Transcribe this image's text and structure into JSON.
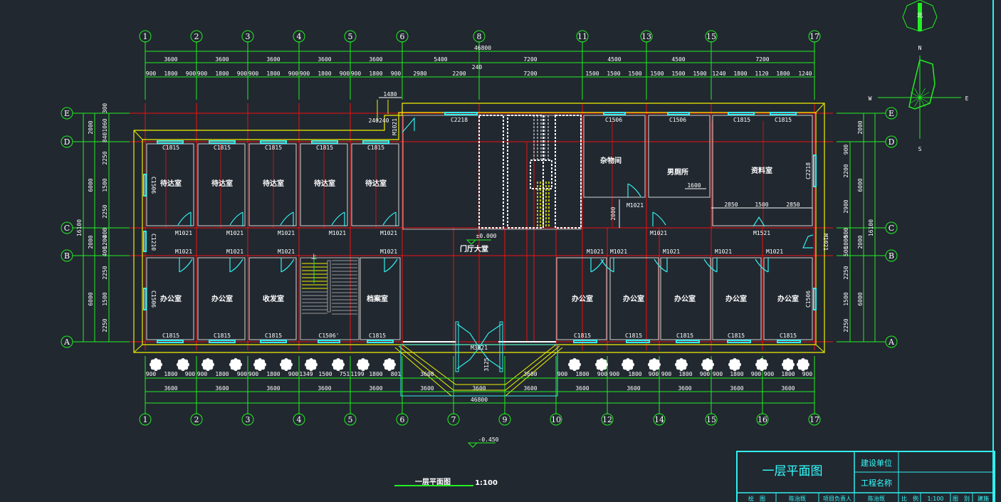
{
  "drawing": {
    "title": "一层平面图",
    "scale": "1:100",
    "hall_label": "门厅大堂",
    "floor_level": "±0.000",
    "ground_level": "-0.450",
    "total_length": "46800",
    "total_depth": "16100",
    "stair_up_mark": "上"
  },
  "colors": {
    "background": "#212830",
    "axis": "#22ee22",
    "grid": "#ee1111",
    "wall": "#b8b8b8",
    "outline": "#f0f000",
    "window": "#33eeee",
    "text": "#ffffff"
  },
  "top_axes": [
    "1",
    "2",
    "3",
    "4",
    "5",
    "6",
    "8",
    "11",
    "13",
    "15",
    "17"
  ],
  "bottom_axes": [
    "1",
    "2",
    "3",
    "4",
    "5",
    "6",
    "7",
    "9",
    "10",
    "12",
    "14",
    "15",
    "16",
    "17"
  ],
  "left_axes": [
    "E",
    "D",
    "C",
    "B",
    "A"
  ],
  "top_dims": {
    "overall": "46800",
    "bays": [
      "3600",
      "3600",
      "3600",
      "3600",
      "3600",
      "5400",
      "7200",
      "4500",
      "4500",
      "7200"
    ],
    "details": [
      "900",
      "1800",
      "900",
      "900",
      "1800",
      "900",
      "900",
      "1800",
      "900",
      "900",
      "1800",
      "900",
      "900",
      "1800",
      "900",
      "2980",
      "2200",
      "7200",
      "1500",
      "1500",
      "1500",
      "1500",
      "1500",
      "1500",
      "1240",
      "1800",
      "1120",
      "1800",
      "1240"
    ],
    "extra": [
      "240",
      "1480",
      "240240"
    ]
  },
  "bottom_dims": {
    "overall": "46800",
    "bays": [
      "3600",
      "3600",
      "3600",
      "3600",
      "3600",
      "3600",
      "3600",
      "3600",
      "3600",
      "3600",
      "3600",
      "3600",
      "3600"
    ],
    "details": [
      "900",
      "1800",
      "900",
      "900",
      "1800",
      "900",
      "900",
      "1800",
      "900",
      "1349",
      "1500",
      "751",
      "1199",
      "1800",
      "801",
      "3600",
      "3600",
      "900",
      "1800",
      "900",
      "900",
      "1800",
      "900",
      "900",
      "1800",
      "900",
      "900",
      "1800",
      "900",
      "900",
      "1800",
      "900"
    ],
    "ramp": "3125"
  },
  "left_dims": {
    "overall": "16100",
    "level2": [
      "2000",
      "6000",
      "2000",
      "6000"
    ],
    "level1": [
      "300",
      "1060",
      "840",
      "2250",
      "1500",
      "2250",
      "400",
      "1200",
      "400",
      "2250",
      "1500",
      "2250"
    ]
  },
  "right_dims": {
    "overall": "16100",
    "level2": [
      "2000",
      "6000",
      "2000",
      "6000"
    ],
    "level1": [
      "900",
      "2200",
      "2900",
      "500",
      "1000",
      "500",
      "2250",
      "1500",
      "2250"
    ]
  },
  "rooms": {
    "north_left": [
      "待达室",
      "待达室",
      "待达室",
      "待达室",
      "待达室"
    ],
    "south_left": [
      "办公室",
      "办公室",
      "收发室",
      "",
      "档案室"
    ],
    "south_right": [
      "办公室",
      "办公室",
      "办公室",
      "办公室",
      "办公室"
    ],
    "storage": "杂物间",
    "toilet": "男厕所",
    "archive": "资料室"
  },
  "windows": {
    "north_left": [
      "C1815",
      "C1815",
      "C1815",
      "C1815",
      "C1815"
    ],
    "south_left": [
      "C1815",
      "C1815",
      "C1815",
      "C1506'",
      "C1815"
    ],
    "south_right": [
      "C1815",
      "C1815",
      "C1815",
      "C1815",
      "C1815"
    ],
    "hall_north": "C2218",
    "storage": "C1506",
    "toilet": "C1506",
    "archive": [
      "C1815",
      "C1815"
    ],
    "west_upper": "C1506",
    "west_mid": "C1210",
    "west_lower": "C1506",
    "east_upper": "C2218",
    "east_lower": "C1506"
  },
  "doors": {
    "north_row": [
      "M1021",
      "M1021",
      "M1021",
      "M1021",
      "M1021"
    ],
    "south_left": [
      "M1021",
      "M1021",
      "M1021",
      "M1021"
    ],
    "south_right": [
      "M1021",
      "M1021",
      "M1021",
      "M1021",
      "M1021"
    ],
    "storage": "M1021",
    "toilet": "M1021",
    "archive": "M1521",
    "entrance": "M3021",
    "northwest": "M1021",
    "east": "M1021"
  },
  "internal_dims": {
    "storage_depth": "2000",
    "toilet_opening": "1600",
    "archive_parts": [
      "2850",
      "1500",
      "2850"
    ]
  },
  "compass": {
    "n": "N",
    "s": "S",
    "e": "E",
    "w": "W",
    "badge": "北"
  },
  "title_block": {
    "drawing_name": "一层平面图",
    "client_label": "建设单位",
    "project_label": "工程名称",
    "drawn_label": "绘　图",
    "drawn_by": "陈治既",
    "manager_label": "项目负责人",
    "manager": "陈治既",
    "scale_label": "比　例",
    "scale": "1:100",
    "category_label": "图　别",
    "category": "建施"
  }
}
